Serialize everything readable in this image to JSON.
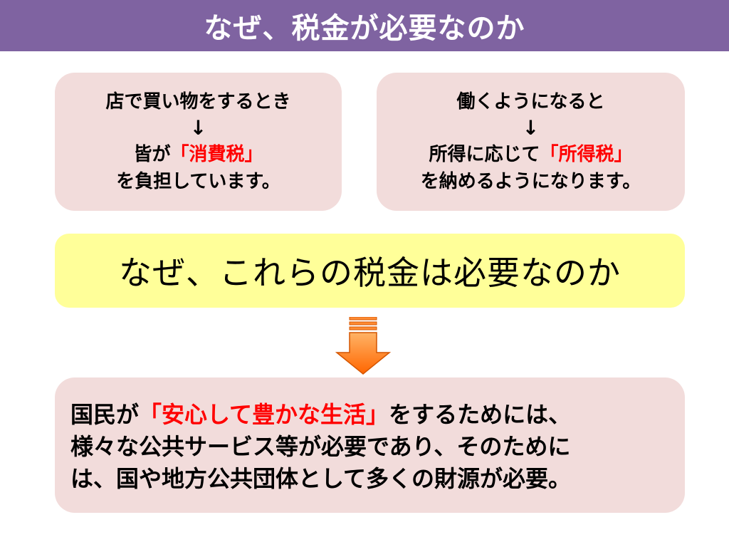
{
  "title": "なぜ、税金が必要なのか",
  "left_box": {
    "line1": "店で買い物をするとき",
    "arrow": "↓",
    "line2_prefix": "皆が",
    "line2_highlight": "「消費税」",
    "line3": "を負担しています。"
  },
  "right_box": {
    "line1": "働くようになると",
    "arrow": "↓",
    "line2_prefix": "所得に応じて",
    "line2_highlight": "「所得税」",
    "line3": "を納めるようになります。"
  },
  "question": "なぜ、これらの税金は必要なのか",
  "answer": {
    "line1_prefix": "国民が",
    "line1_highlight": "「安心して豊かな生活」",
    "line1_suffix": "をするためには、",
    "line2": "様々な公共サービス等が必要であり、そのために",
    "line3": "は、国や地方公共団体として多くの財源が必要。"
  },
  "colors": {
    "title_bar": "#7f63a1",
    "box_pink": "#f2dcdb",
    "box_yellow": "#ffff99",
    "highlight_red": "#ff0000",
    "arrow_orange": "#ff6600",
    "arrow_orange_top": "#ffb366"
  },
  "icons": {
    "down_arrow": "down-arrow-icon"
  }
}
